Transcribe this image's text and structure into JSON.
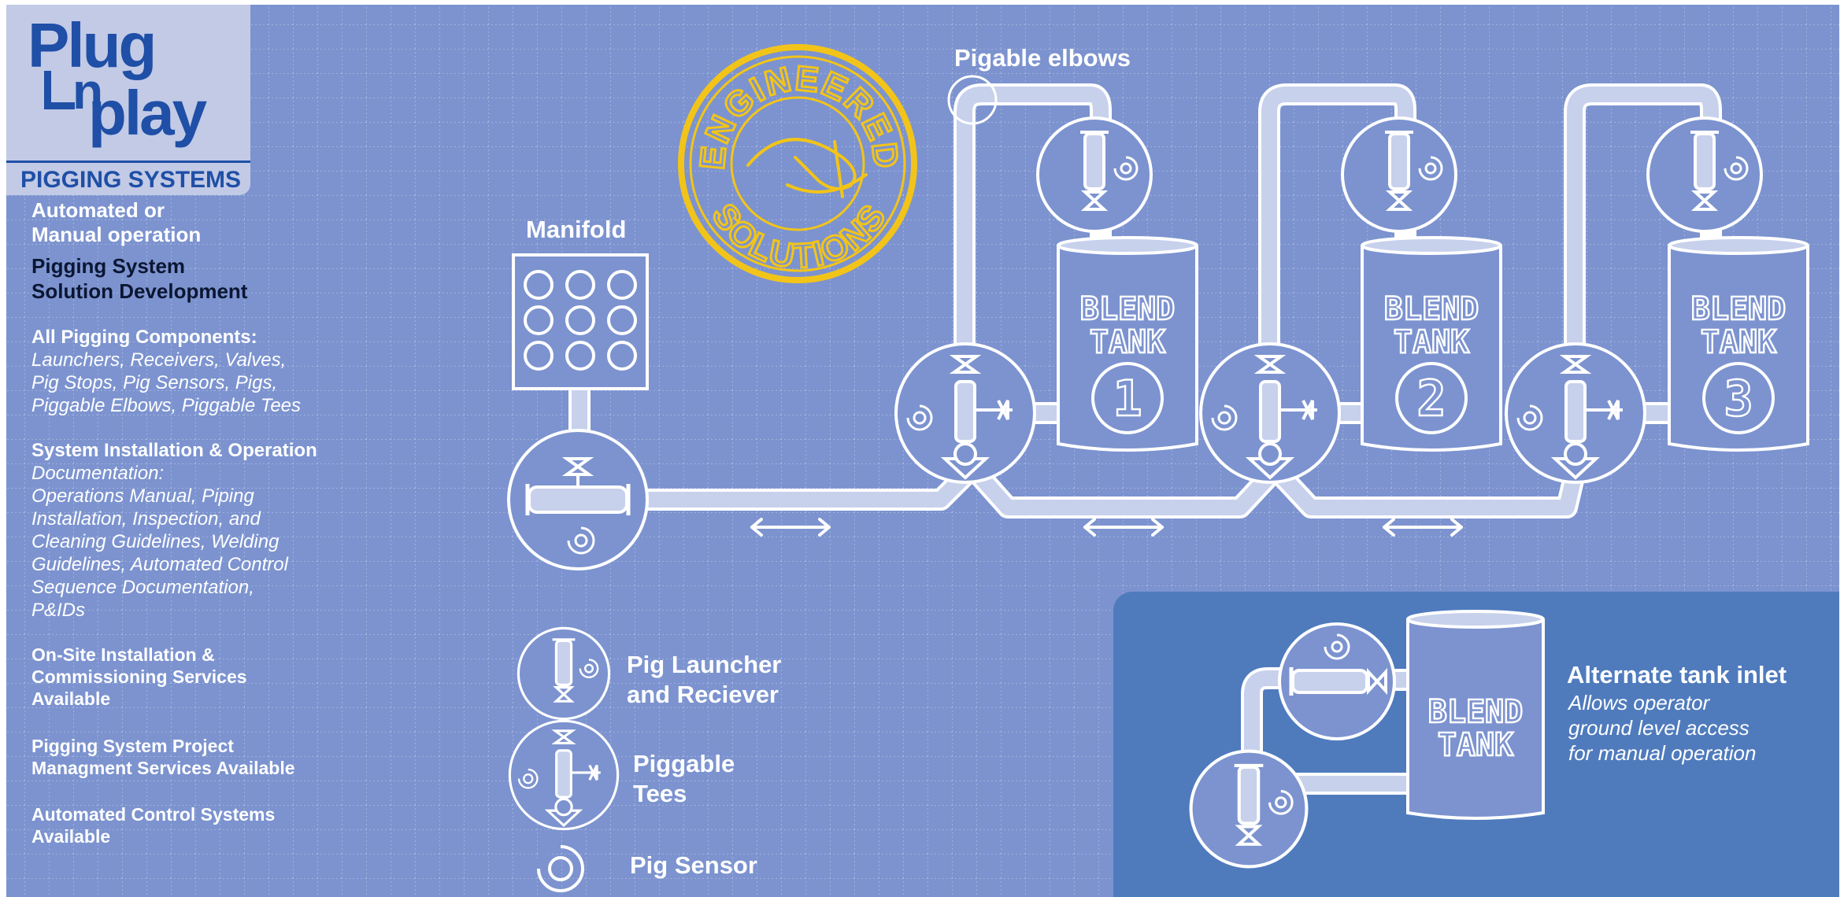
{
  "brand": {
    "logo_top": "Plug",
    "logo_mid": "n",
    "logo_bottom": "play",
    "subtitle": "PIGGING SYSTEMS",
    "primary_color": "#1f4fa6"
  },
  "colors": {
    "background": "#7c93cf",
    "grid": "#b5c2e4",
    "line": "#ffffff",
    "pipe_fill": "#c7d1ec",
    "stamp": "#f2c41a",
    "inset": "#4f7bbd"
  },
  "sidebar": {
    "item1": {
      "line1": "Automated or",
      "line2": "Manual operation"
    },
    "item2": {
      "line1": "Pigging System",
      "line2": "Solution Development"
    },
    "item3": {
      "title": "All Pigging Components:",
      "lines": [
        "Launchers, Receivers, Valves,",
        "Pig Stops, Pig Sensors, Pigs,",
        "Piggable Elbows, Piggable Tees"
      ]
    },
    "item4": {
      "title": "System Installation & Operation",
      "lines": [
        "Documentation:",
        "Operations Manual, Piping",
        "Installation, Inspection, and",
        "Cleaning Guidelines, Welding",
        "Guidelines, Automated Control",
        "Sequence Documentation,",
        "P&IDs"
      ]
    },
    "item5": {
      "lines": [
        "On-Site Installation &",
        "Commissioning Services",
        "Available"
      ]
    },
    "item6": {
      "lines": [
        "Pigging System Project",
        "Managment Services Available"
      ]
    },
    "item7": {
      "lines": [
        "Automated Control Systems",
        "Available"
      ]
    }
  },
  "diagram": {
    "manifold_label": "Manifold",
    "elbows_label": "Pigable elbows",
    "stamp_text_top": "ENGINEERED",
    "stamp_text_bottom": "SOLUTIONS",
    "tanks": [
      {
        "line1": "BLEND",
        "line2": "TANK",
        "number": "1"
      },
      {
        "line1": "BLEND",
        "line2": "TANK",
        "number": "2"
      },
      {
        "line1": "BLEND",
        "line2": "TANK",
        "number": "3"
      }
    ]
  },
  "legend": {
    "launcher": {
      "line1": "Pig Launcher",
      "line2": "and Reciever"
    },
    "tees": {
      "line1": "Piggable",
      "line2": "Tees"
    },
    "sensor": "Pig Sensor"
  },
  "inset": {
    "tank_line1": "BLEND",
    "tank_line2": "TANK",
    "title": "Alternate tank inlet",
    "desc": [
      "Allows operator",
      "ground level access",
      "for manual operation"
    ]
  }
}
